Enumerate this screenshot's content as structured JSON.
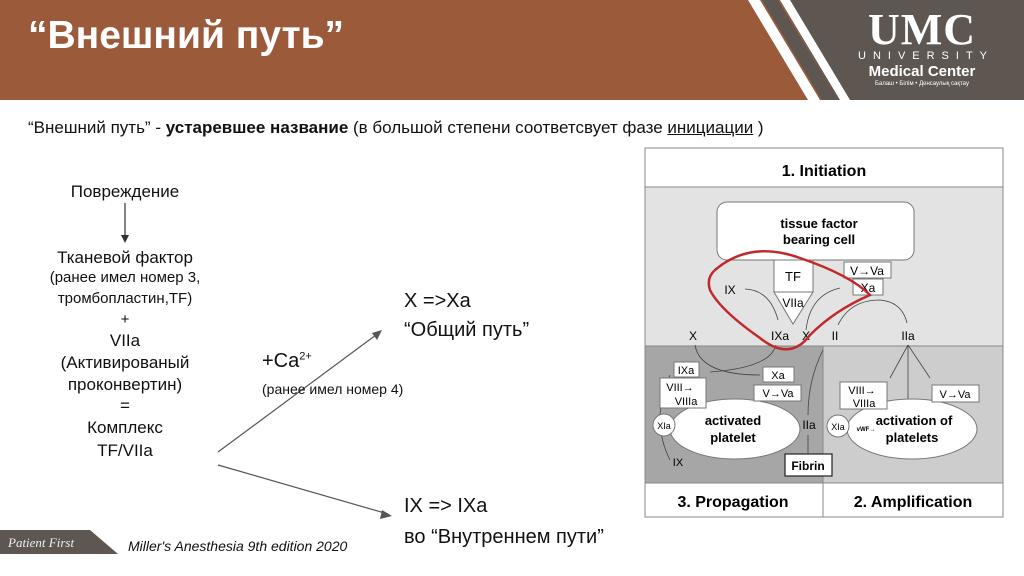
{
  "header": {
    "title": "“Внешний путь”",
    "logo": {
      "umc": "UMC",
      "university": "UNIVERSITY",
      "medical_center": "Medical Center",
      "tagline": "Балаш • Білім • Денсаулық сақтау"
    },
    "colors": {
      "brand_brown": "#9b5b3b",
      "brand_gray": "#5e5751"
    }
  },
  "subtitle": {
    "part1": "“Внешний путь” - ",
    "bold": "устаревшее название",
    "part2": " (в большой степени соответсвует фазе ",
    "underlined": "инициации",
    "part3": " )"
  },
  "left_column": {
    "damage": "Повреждение",
    "tissue_factor": "Тканевой фактор",
    "note1": "(ранее имел номер 3,",
    "note2": "тромбопластин,TF)",
    "plus": "+",
    "viia": "VIIa",
    "activated": "(Активированый",
    "proconvertin": "проконвертин)",
    "equals": "=",
    "complex": "Комплекс",
    "complex_name": "TF/VIIa"
  },
  "middle": {
    "calcium": "+Ca",
    "calcium_sup": "2+",
    "calcium_note": "(ранее имел номер 4)"
  },
  "right": {
    "x_to_xa": "X =>Xa",
    "common_path": "“Общий путь”",
    "ix_to_ixa": "IX => IXa",
    "intrinsic_path": "во “Внутреннем пути”"
  },
  "diagram": {
    "initiation": "1. Initiation",
    "tf_cell_1": "tissue factor",
    "tf_cell_2": "bearing cell",
    "tf": "TF",
    "viia": "VIIa",
    "v_va": "V→Va",
    "xa": "Xa",
    "ix": "IX",
    "ixa": "IXa",
    "x": "X",
    "ii": "II",
    "iia": "IIa",
    "viii_1": "VIII→",
    "viii_2": "VIIIa",
    "xia": "XIa",
    "vwf": "vWF→",
    "activated_platelet_1": "activated",
    "activated_platelet_2": "platelet",
    "activation_1": "activation of",
    "activation_2": "platelets",
    "fibrin": "Fibrin",
    "propagation": "3. Propagation",
    "amplification": "2. Amplification"
  },
  "footer": {
    "ribbon": "Patient First",
    "reference": "Miller's Anesthesia 9th edition 2020"
  }
}
